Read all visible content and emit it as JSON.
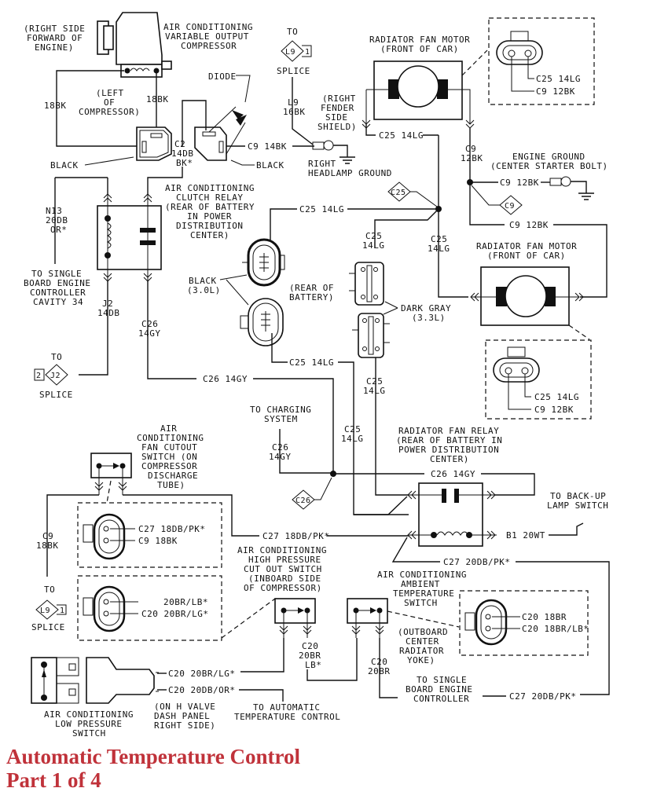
{
  "title": {
    "line1": "Automatic Temperature Control",
    "line2": "Part 1 of 4",
    "color": "#c0323a"
  },
  "components": {
    "compressor": {
      "name": [
        "AIR CONDITIONING",
        "VARIABLE OUTPUT",
        "COMPRESSOR"
      ],
      "location": [
        "(RIGHT SIDE",
        "FORWARD OF",
        "ENGINE)"
      ]
    },
    "compressor_connector_location": [
      "(LEFT",
      "OF",
      "COMPRESSOR)"
    ],
    "diode": "DIODE",
    "clutch_relay": [
      "AIR CONDITIONING",
      "CLUTCH RELAY",
      "(REAR OF BATTERY",
      "IN POWER",
      "DISTRIBUTION",
      "CENTER)"
    ],
    "radiator_fan_motor_top": [
      "RADIATOR FAN MOTOR",
      "(FRONT OF CAR)"
    ],
    "radiator_fan_motor_mid": [
      "RADIATOR FAN MOTOR",
      "(FRONT OF CAR)"
    ],
    "engine_ground": [
      "ENGINE GROUND",
      "(CENTER STARTER BOLT)"
    ],
    "headlamp_ground": {
      "location": [
        "(RIGHT",
        "FENDER",
        "SIDE",
        "SHIELD)"
      ],
      "name": [
        "RIGHT",
        "HEADLAMP GROUND"
      ]
    },
    "black_3_0l": [
      "BLACK",
      "(3.0L)"
    ],
    "rear_of_battery": [
      "(REAR OF",
      "BATTERY)"
    ],
    "dark_gray_3_3l": [
      "DARK GRAY",
      "(3.3L)"
    ],
    "to_sbec_cavity": [
      "TO SINGLE",
      "BOARD ENGINE",
      "CONTROLLER",
      "CAVITY 34"
    ],
    "to_charging": [
      "TO CHARGING",
      "SYSTEM"
    ],
    "radiator_fan_relay": [
      "RADIATOR FAN RELAY",
      "(REAR OF BATTERY IN",
      "POWER DISTRIBUTION",
      "CENTER)"
    ],
    "to_backup_lamp": [
      "TO BACK-UP",
      "LAMP SWITCH"
    ],
    "fan_cutout_switch": [
      "AIR",
      "CONDITIONING",
      "FAN CUTOUT",
      "SWITCH (ON",
      "COMPRESSOR",
      "DISCHARGE",
      "TUBE)"
    ],
    "high_pressure_switch": [
      "AIR CONDITIONING",
      "HIGH PRESSURE",
      "CUT OUT SWITCH",
      "(INBOARD SIDE",
      "OF COMPRESSOR)"
    ],
    "ambient_temp_switch": [
      "AIR CONDITIONING",
      "AMBIENT",
      "TEMPERATURE",
      "SWITCH"
    ],
    "ambient_location": [
      "(OUTBOARD",
      "CENTER",
      "RADIATOR",
      "YOKE)"
    ],
    "to_sbec": [
      "TO SINGLE",
      "BOARD ENGINE",
      "CONTROLLER"
    ],
    "low_pressure_switch": [
      "AIR CONDITIONING",
      "LOW PRESSURE",
      "SWITCH"
    ],
    "h_valve": [
      "(ON H VALVE",
      "DASH PANEL",
      "RIGHT SIDE)"
    ],
    "to_atc": [
      "TO AUTOMATIC",
      "TEMPERATURE CONTROL"
    ]
  },
  "splices": {
    "l9_top": {
      "to": "TO",
      "id": "L9",
      "pin": "1",
      "label": "SPLICE"
    },
    "j2": {
      "to": "TO",
      "id": "J2",
      "pin": "2",
      "label": "SPLICE"
    },
    "l9_bottom": {
      "to": "TO",
      "id": "L9",
      "pin": "1",
      "label": "SPLICE"
    },
    "c25": "C25",
    "c9": "C9",
    "c26": "C26"
  },
  "wires": {
    "compressor_left": "18BK",
    "compressor_right": "18BK",
    "black_label_1": "BLACK",
    "black_label_2": "BLACK",
    "c2": [
      "C2",
      "14DB",
      "BK*"
    ],
    "c9_14bk": "C9 14BK",
    "l9": [
      "L9",
      "16BK"
    ],
    "n13": [
      "N13",
      "20DB",
      "OR*"
    ],
    "j2": [
      "J2",
      "14DB"
    ],
    "c26_relay": [
      "C26",
      "14GY"
    ],
    "c25_top": "C25 14LG",
    "c9_top": [
      "C9",
      "12BK"
    ],
    "c9_ground": "C9 12BK",
    "c9_motor": "C9 12BK",
    "c25_to_black": "C25 14LG",
    "c25_dg_top": [
      "C25",
      "14LG"
    ],
    "c25_vertical": [
      "C25",
      "14LG"
    ],
    "c25_black_bottom": "C25 14LG",
    "c25_dg_bottom": [
      "C25",
      "14LG"
    ],
    "c25_relay": [
      "C25",
      "14LG"
    ],
    "c26_horizontal": "C26 14GY",
    "c26_charging": [
      "C26",
      "14GY"
    ],
    "c26_relay_top": "C26 14GY",
    "c9_18bk": [
      "C9",
      "18BK"
    ],
    "c27_18": "C27 18DB/PK*",
    "b1": "B1 20WT",
    "c27_20_top": "C27 20DB/PK*",
    "c20_hp": [
      "C20",
      "20BR",
      "LB*"
    ],
    "c20_amb": [
      "C20",
      "20BR"
    ],
    "c20_lg": "C20 20BR/LG*",
    "c20_or": "C20 20DB/OR*",
    "c27_20_bottom": "C27 20DB/PK*"
  },
  "connector_insets": {
    "fan_motor_top": [
      "C25 14LG",
      "C9 12BK"
    ],
    "fan_motor_mid": [
      "C25 14LG",
      "C9 12BK"
    ],
    "fan_cutout": [
      "C27 18DB/PK*",
      "C9 18BK"
    ],
    "high_pressure": [
      "20BR/LB*",
      "C20 20BR/LG*"
    ],
    "ambient": [
      "C20 18BR",
      "C20 18BR/LB*"
    ]
  }
}
